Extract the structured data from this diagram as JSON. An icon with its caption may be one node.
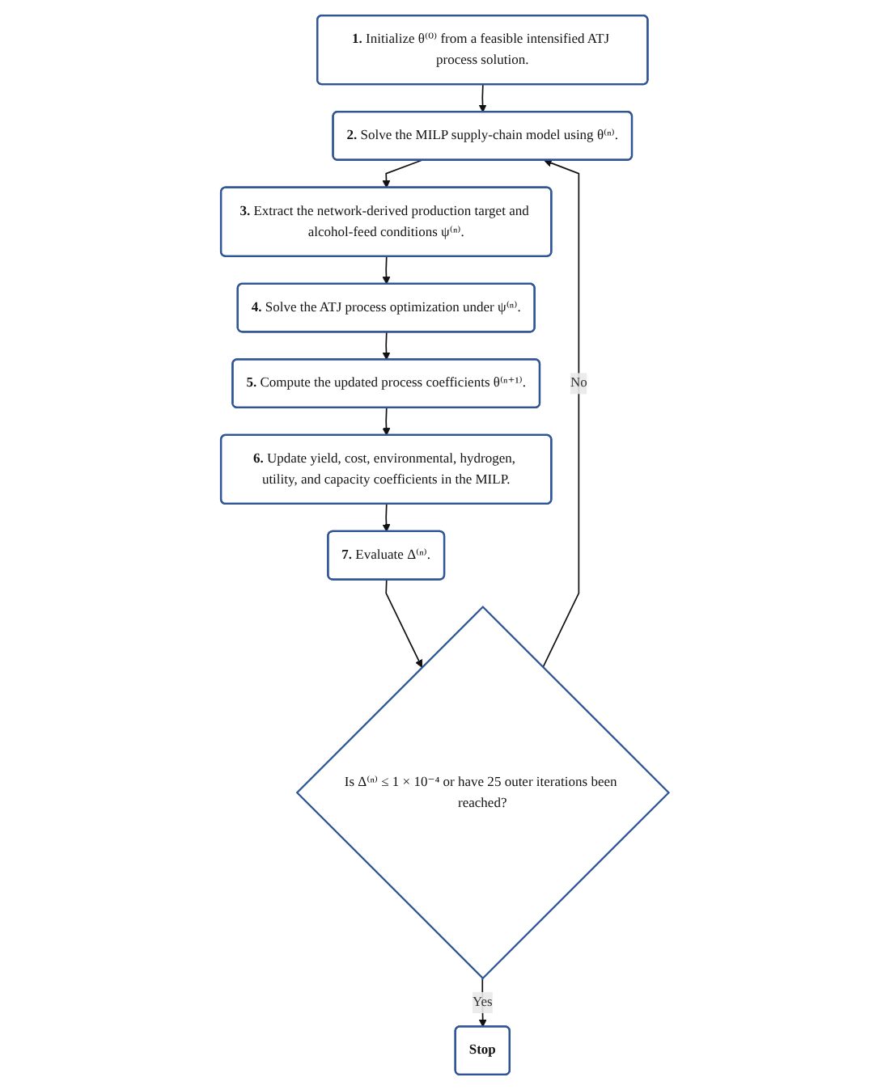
{
  "diagram": {
    "nodes": [
      {
        "text": [
          "**1.** Initialize θ⁽⁰⁾ from a feasible intensified ATJ process solution."
        ]
      },
      {
        "text": [
          "**2.** Solve the MILP supply-chain model using θ⁽ⁿ⁾."
        ]
      },
      {
        "text": [
          "**3.** Extract the network-derived production target and alcohol-feed conditions ψ⁽ⁿ⁾."
        ]
      },
      {
        "text": [
          "**4.** Solve the ATJ process optimization under ψ⁽ⁿ⁾."
        ]
      },
      {
        "text": [
          "**5.** Compute the updated process coefficients θ⁽ⁿ⁺¹⁾."
        ]
      },
      {
        "text": [
          "**6.** Update yield, cost, environmental, hydrogen, utility, and capacity coefficients in the MILP."
        ]
      },
      {
        "text": [
          "**7.** Evaluate Δ⁽ⁿ⁾."
        ]
      },
      {
        "text": [
          "Is Δ⁽ⁿ⁾ ≤ 1 × 10⁻⁴ or have 25 outer iterations been reached?"
        ]
      },
      {
        "text": [
          "Stop"
        ]
      }
    ],
    "edges": [
      {
        "from": 0,
        "to": 1,
        "arrow": "to"
      },
      {
        "from": 1,
        "to": 2,
        "arrow": "to"
      },
      {
        "from": 2,
        "to": 3,
        "arrow": "to"
      },
      {
        "from": 3,
        "to": 4,
        "arrow": "to"
      },
      {
        "from": 4,
        "to": 5,
        "arrow": "to"
      },
      {
        "from": 5,
        "to": 6,
        "arrow": "to"
      },
      {
        "from": 6,
        "to": 7,
        "arrow": "to"
      },
      {
        "from": 7,
        "to": 1,
        "arrow": "to",
        "label": "No"
      },
      {
        "from": 7,
        "to": 8,
        "arrow": "to",
        "label": "Yes"
      }
    ]
  }
}
